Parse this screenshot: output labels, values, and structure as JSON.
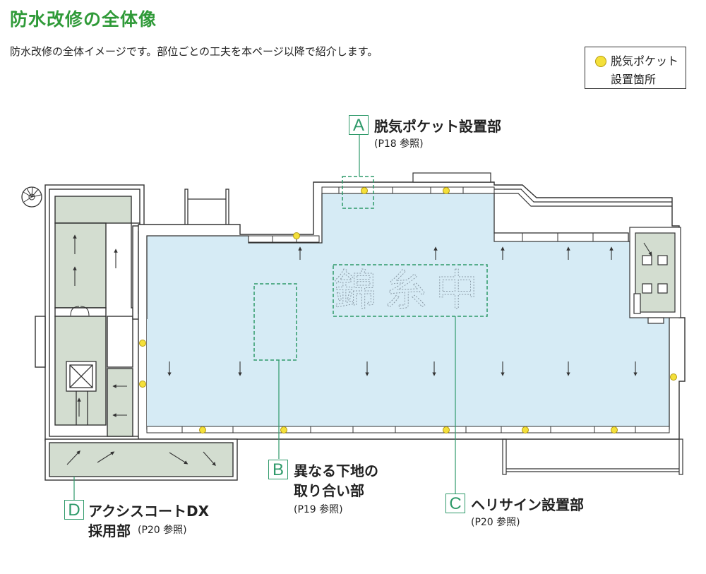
{
  "header": {
    "title": "防水改修の全体像",
    "subtitle": "防水改修の全体イメージです。部位ごとの工夫を本ページ以降で紹介します。"
  },
  "legend": {
    "line1": "脱気ポケット",
    "line2": "設置箇所"
  },
  "watermark": "錦糸中",
  "callouts": {
    "a": {
      "letter": "A",
      "label": "脱気ポケット設置部",
      "ref": "(P18 参照)"
    },
    "b": {
      "letter": "B",
      "label1": "異なる下地の",
      "label2": "取り合い部",
      "ref": "(P19 参照)"
    },
    "c": {
      "letter": "C",
      "label": "ヘリサイン設置部",
      "ref": "(P20 参照)"
    },
    "d": {
      "letter": "D",
      "label1": "アクシスコートDX",
      "label2": "採用部",
      "ref": "(P20 参照)"
    }
  },
  "colors": {
    "title_green": "#2f9a38",
    "callout_green": "#2f9a6a",
    "roof_blue": "#d6ebf5",
    "roof_green": "#d3ddd0",
    "pocket_yellow": "#f4e03a"
  }
}
